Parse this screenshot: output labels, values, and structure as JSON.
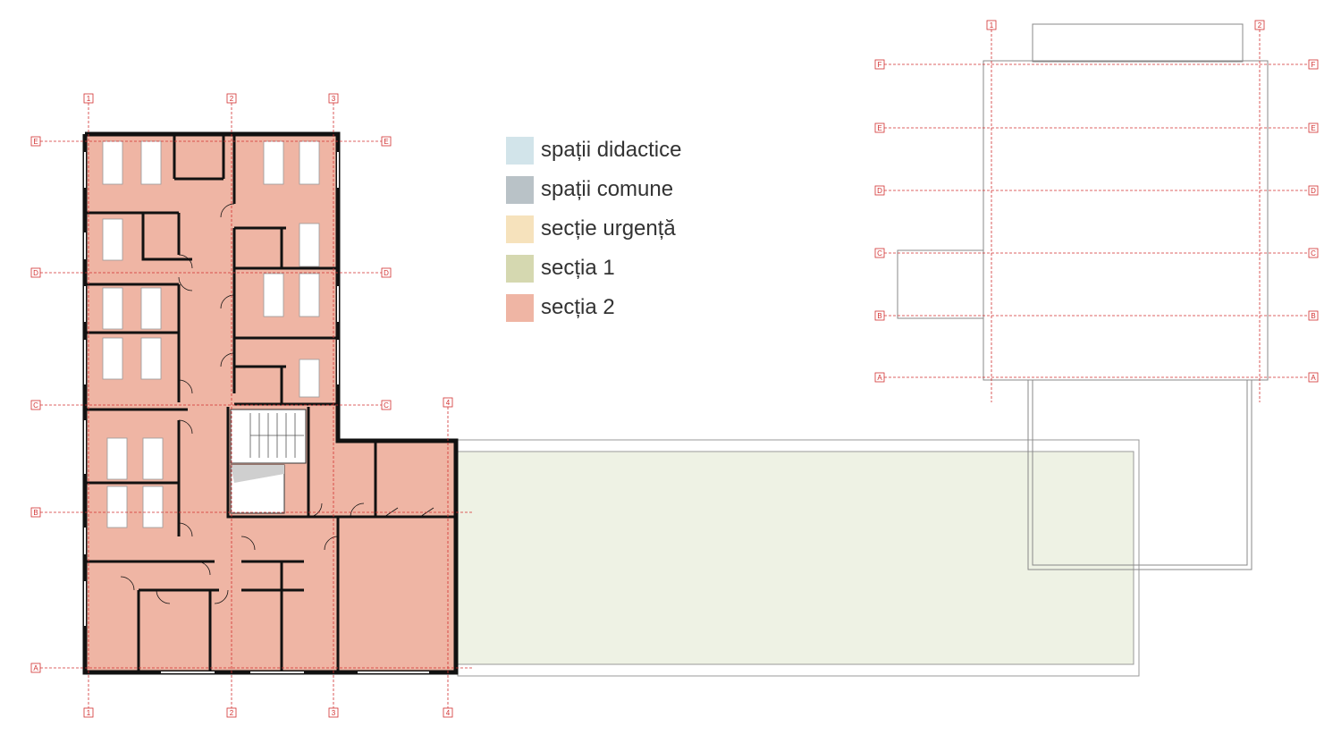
{
  "legend": [
    {
      "label": "spații didactice",
      "color": "#d2e4ea"
    },
    {
      "label": "spații comune",
      "color": "#b9c2c7"
    },
    {
      "label": "secție urgență",
      "color": "#f6e2bc"
    },
    {
      "label": "secția 1",
      "color": "#d5d8b0"
    },
    {
      "label": "secția 2",
      "color": "#efb5a4"
    }
  ],
  "colors": {
    "grid_line": "#d23030",
    "wall": "#111111",
    "section2_fill": "#efb5a4",
    "terrace_fill": "#eef2e4"
  },
  "plan_grid": {
    "columns": [
      "1",
      "2",
      "3",
      "4"
    ],
    "rows": [
      "E",
      "D",
      "C",
      "B",
      "A"
    ]
  },
  "key_plan_grid": {
    "columns": [
      "1",
      "2"
    ],
    "rows": [
      "F",
      "E",
      "D",
      "C",
      "B",
      "A"
    ]
  }
}
